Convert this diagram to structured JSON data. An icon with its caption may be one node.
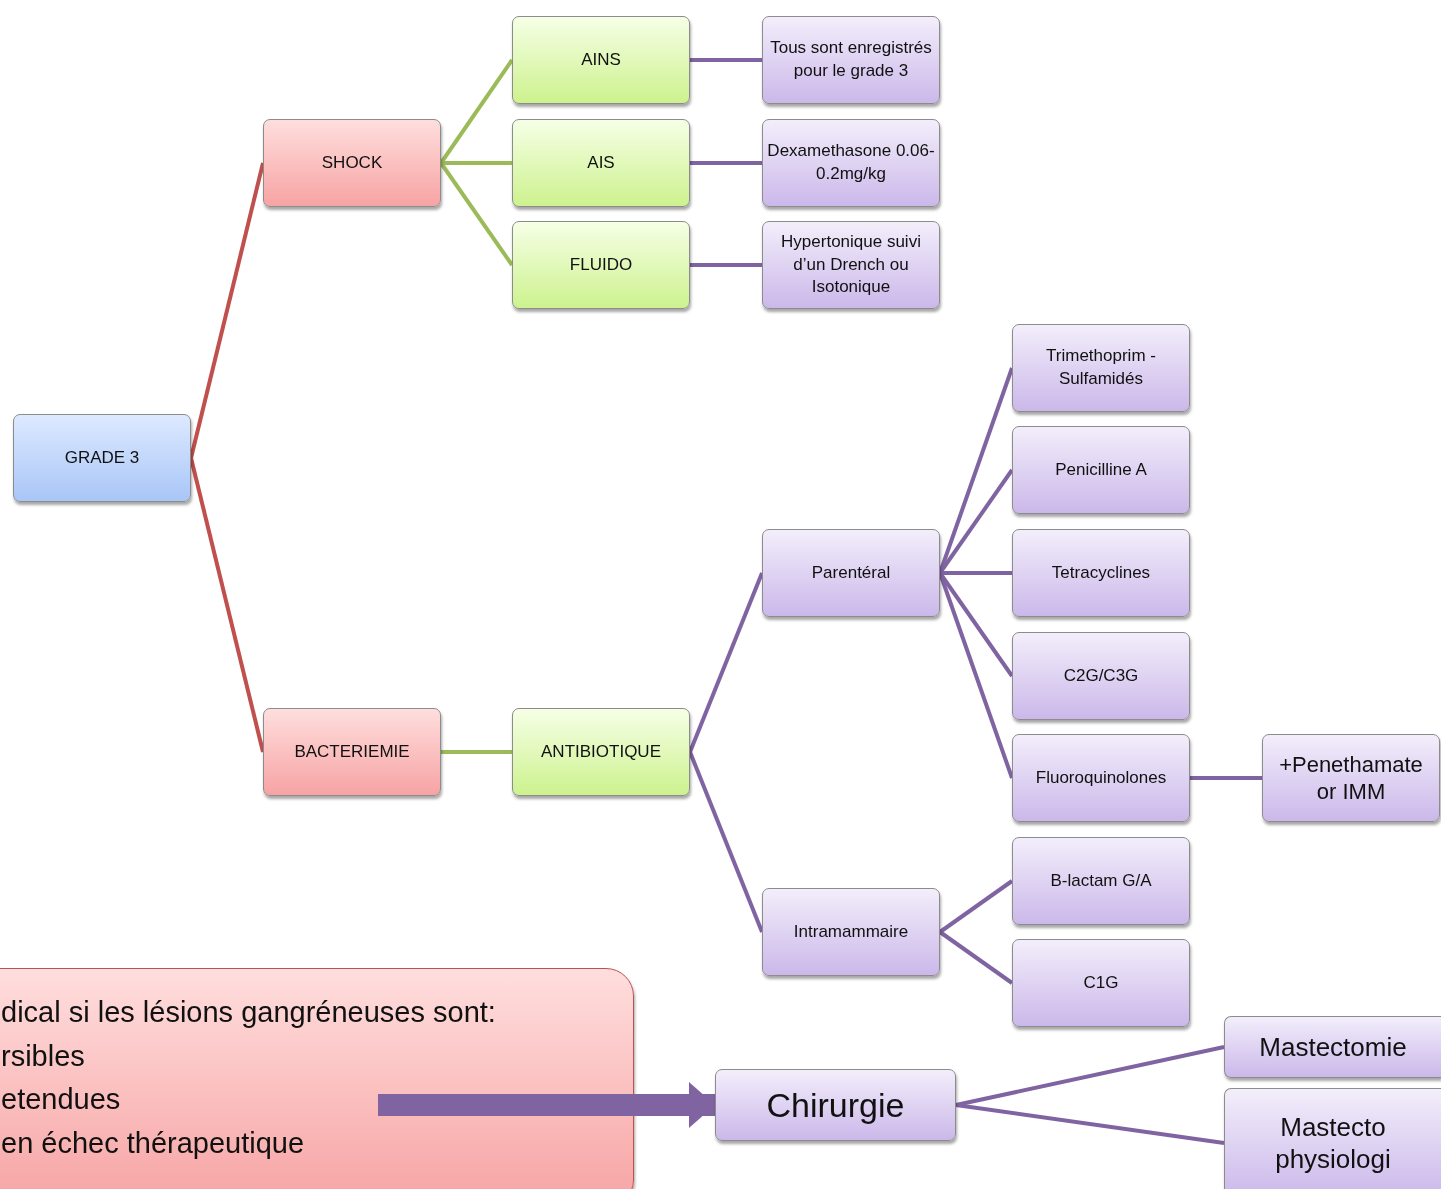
{
  "diagram": {
    "nodes": [
      {
        "text": [
          "GRADE 3"
        ]
      },
      {
        "text": [
          "SHOCK"
        ]
      },
      {
        "text": [
          "BACTERIEMIE"
        ]
      },
      {
        "text": [
          "AINS"
        ]
      },
      {
        "text": [
          "AIS"
        ]
      },
      {
        "text": [
          "FLUIDO"
        ]
      },
      {
        "text": [
          "Tous sont enregistrés pour le grade 3"
        ]
      },
      {
        "text": [
          "Dexamethasone 0.06-0.2mg/kg"
        ]
      },
      {
        "text": [
          "Hypertonique suivi d’un Drench ou Isotonique"
        ]
      },
      {
        "text": [
          "ANTIBIOTIQUE"
        ]
      },
      {
        "text": [
          "Parentéral"
        ]
      },
      {
        "text": [
          "Intramammaire"
        ]
      },
      {
        "text": [
          "Trimethoprim - Sulfamidés"
        ]
      },
      {
        "text": [
          "Penicilline A"
        ]
      },
      {
        "text": [
          "Tetracyclines"
        ]
      },
      {
        "text": [
          "C2G/C3G"
        ]
      },
      {
        "text": [
          "Fluoroquinolones"
        ]
      },
      {
        "text": [
          "+Penethamate or IMM"
        ]
      },
      {
        "text": [
          "B-lactam G/A"
        ]
      },
      {
        "text": [
          "C1G"
        ]
      },
      {
        "text": [
          "dical si les lésions gangréneuses sont:",
          "rsibles",
          "etendues",
          "en échec thérapeutique"
        ]
      },
      {
        "text": [
          "Chirurgie"
        ]
      },
      {
        "text": [
          "Mastectomie"
        ]
      },
      {
        "text": [
          "Mastecto physiologi"
        ]
      }
    ],
    "edges": [
      {
        "from": 0,
        "to": 1,
        "arrow": "none",
        "color": "#c0504d"
      },
      {
        "from": 0,
        "to": 2,
        "arrow": "none",
        "color": "#c0504d"
      },
      {
        "from": 1,
        "to": 3,
        "arrow": "none",
        "color": "#9bbb59"
      },
      {
        "from": 1,
        "to": 4,
        "arrow": "none",
        "color": "#9bbb59"
      },
      {
        "from": 1,
        "to": 5,
        "arrow": "none",
        "color": "#9bbb59"
      },
      {
        "from": 3,
        "to": 6,
        "arrow": "none"
      },
      {
        "from": 4,
        "to": 7,
        "arrow": "none"
      },
      {
        "from": 5,
        "to": 8,
        "arrow": "none"
      },
      {
        "from": 2,
        "to": 9,
        "arrow": "none",
        "color": "#9bbb59"
      },
      {
        "from": 9,
        "to": 10,
        "arrow": "none"
      },
      {
        "from": 9,
        "to": 11,
        "arrow": "none"
      },
      {
        "from": 10,
        "to": 12,
        "arrow": "none"
      },
      {
        "from": 10,
        "to": 13,
        "arrow": "none"
      },
      {
        "from": 10,
        "to": 14,
        "arrow": "none"
      },
      {
        "from": 10,
        "to": 15,
        "arrow": "none"
      },
      {
        "from": 10,
        "to": 16,
        "arrow": "none"
      },
      {
        "from": 16,
        "to": 17,
        "arrow": "none"
      },
      {
        "from": 11,
        "to": 18,
        "arrow": "none"
      },
      {
        "from": 11,
        "to": 19,
        "arrow": "none"
      },
      {
        "from": 20,
        "to": 21,
        "arrow": "to",
        "style": "thick"
      },
      {
        "from": 21,
        "to": 22,
        "arrow": "none"
      },
      {
        "from": 21,
        "to": 23,
        "arrow": "none"
      }
    ]
  }
}
